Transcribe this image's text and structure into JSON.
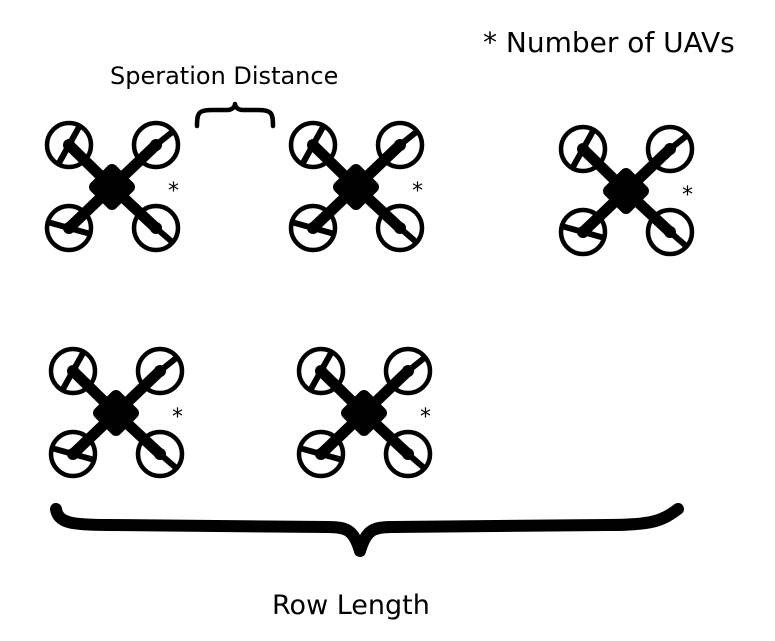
{
  "legend": {
    "label": "* Number of UAVs"
  },
  "separation": {
    "label": "Speration Distance"
  },
  "row_length": {
    "label": "Row Length"
  },
  "uav": {
    "marker": "*",
    "icon": "quadcopter-icon",
    "rows": [
      {
        "name": "top-row",
        "count": 3
      },
      {
        "name": "bottom-row",
        "count": 2
      }
    ]
  }
}
